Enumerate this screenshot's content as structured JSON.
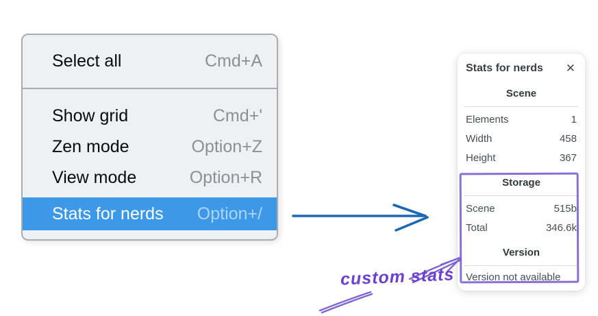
{
  "menu": {
    "items": [
      {
        "label": "Select all",
        "shortcut": "Cmd+A",
        "highlighted": false
      },
      {
        "label": "Show grid",
        "shortcut": "Cmd+'",
        "highlighted": false
      },
      {
        "label": "Zen mode",
        "shortcut": "Option+Z",
        "highlighted": false
      },
      {
        "label": "View mode",
        "shortcut": "Option+R",
        "highlighted": false
      },
      {
        "label": "Stats for nerds",
        "shortcut": "Option+/",
        "highlighted": true
      }
    ]
  },
  "panel": {
    "title": "Stats for nerds",
    "close_icon": "✕",
    "sections": [
      {
        "heading": "Scene",
        "rows": [
          {
            "label": "Elements",
            "value": "1"
          },
          {
            "label": "Width",
            "value": "458"
          },
          {
            "label": "Height",
            "value": "367"
          }
        ]
      },
      {
        "heading": "Storage",
        "rows": [
          {
            "label": "Scene",
            "value": "515b"
          },
          {
            "label": "Total",
            "value": "346.6k"
          }
        ]
      },
      {
        "heading": "Version",
        "note": "Version not available"
      }
    ]
  },
  "annotation": {
    "label": "custom stats"
  },
  "colors": {
    "menu_highlight": "#3d99e8",
    "menu_background": "#eff0f2",
    "menu_border": "#a8adb5",
    "shortcut_gray": "#8b9097",
    "arrow_blue": "#1b69b4",
    "annotation_purple": "#7f63d2",
    "annotation_text_purple": "#6b40d1"
  }
}
